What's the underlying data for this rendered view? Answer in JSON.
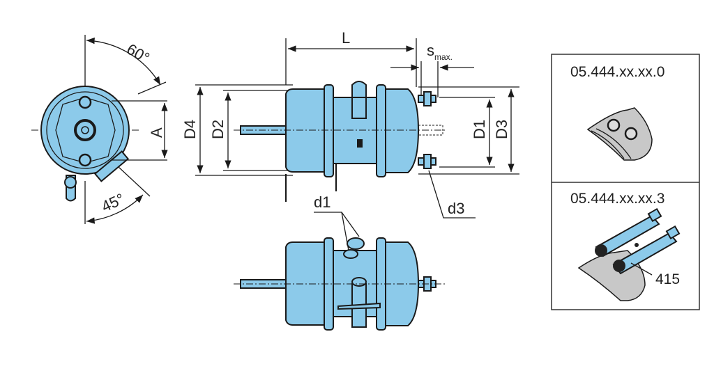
{
  "drawing": {
    "angles": {
      "top": "60°",
      "bottom": "45°"
    },
    "dimensions": {
      "A": "A",
      "D4": "D4",
      "D2": "D2",
      "L": "L",
      "s_max_base": "s",
      "s_max_sub": "max.",
      "D1": "D1",
      "D3": "D3",
      "d3": "d3",
      "d1": "d1"
    },
    "variants": [
      {
        "part_number": "05.444.xx.xx.0"
      },
      {
        "part_number": "05.444.xx.xx.3",
        "callout": "415"
      }
    ]
  },
  "colors": {
    "body": "#8ccaea",
    "line": "#1a1a1a"
  }
}
